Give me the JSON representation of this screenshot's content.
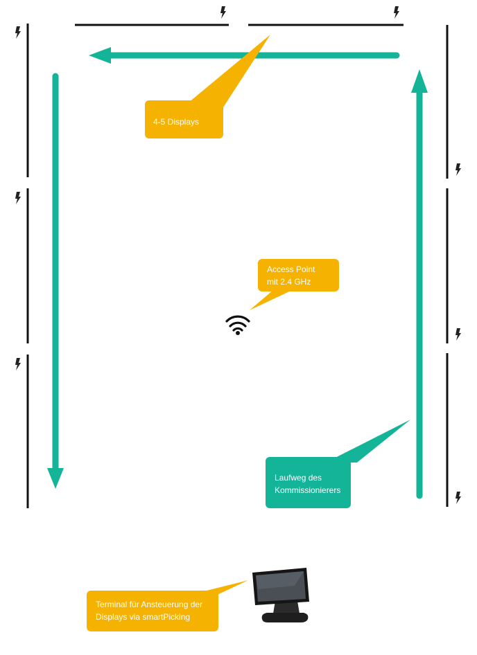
{
  "callouts": {
    "displays": {
      "text": "4-5 Displays",
      "color": "#F6B200"
    },
    "access_point": {
      "text": "Access Point\nmit 2.4 GHz",
      "color": "#F6B200"
    },
    "walkway": {
      "text": "Laufweg des\nKommissionierers",
      "color": "#14B498"
    },
    "terminal": {
      "text": "Terminal für Ansteuerung der\nDisplays via smartPicking",
      "color": "#F6B200"
    }
  },
  "icons": {
    "power": "lightning-bolt-icon",
    "wifi": "wifi-icon",
    "terminal": "touch-terminal-icon"
  },
  "colors": {
    "shelf": "#111111",
    "walkway_arrow": "#14B498",
    "callout_orange": "#F6B200",
    "callout_teal": "#14B498"
  }
}
